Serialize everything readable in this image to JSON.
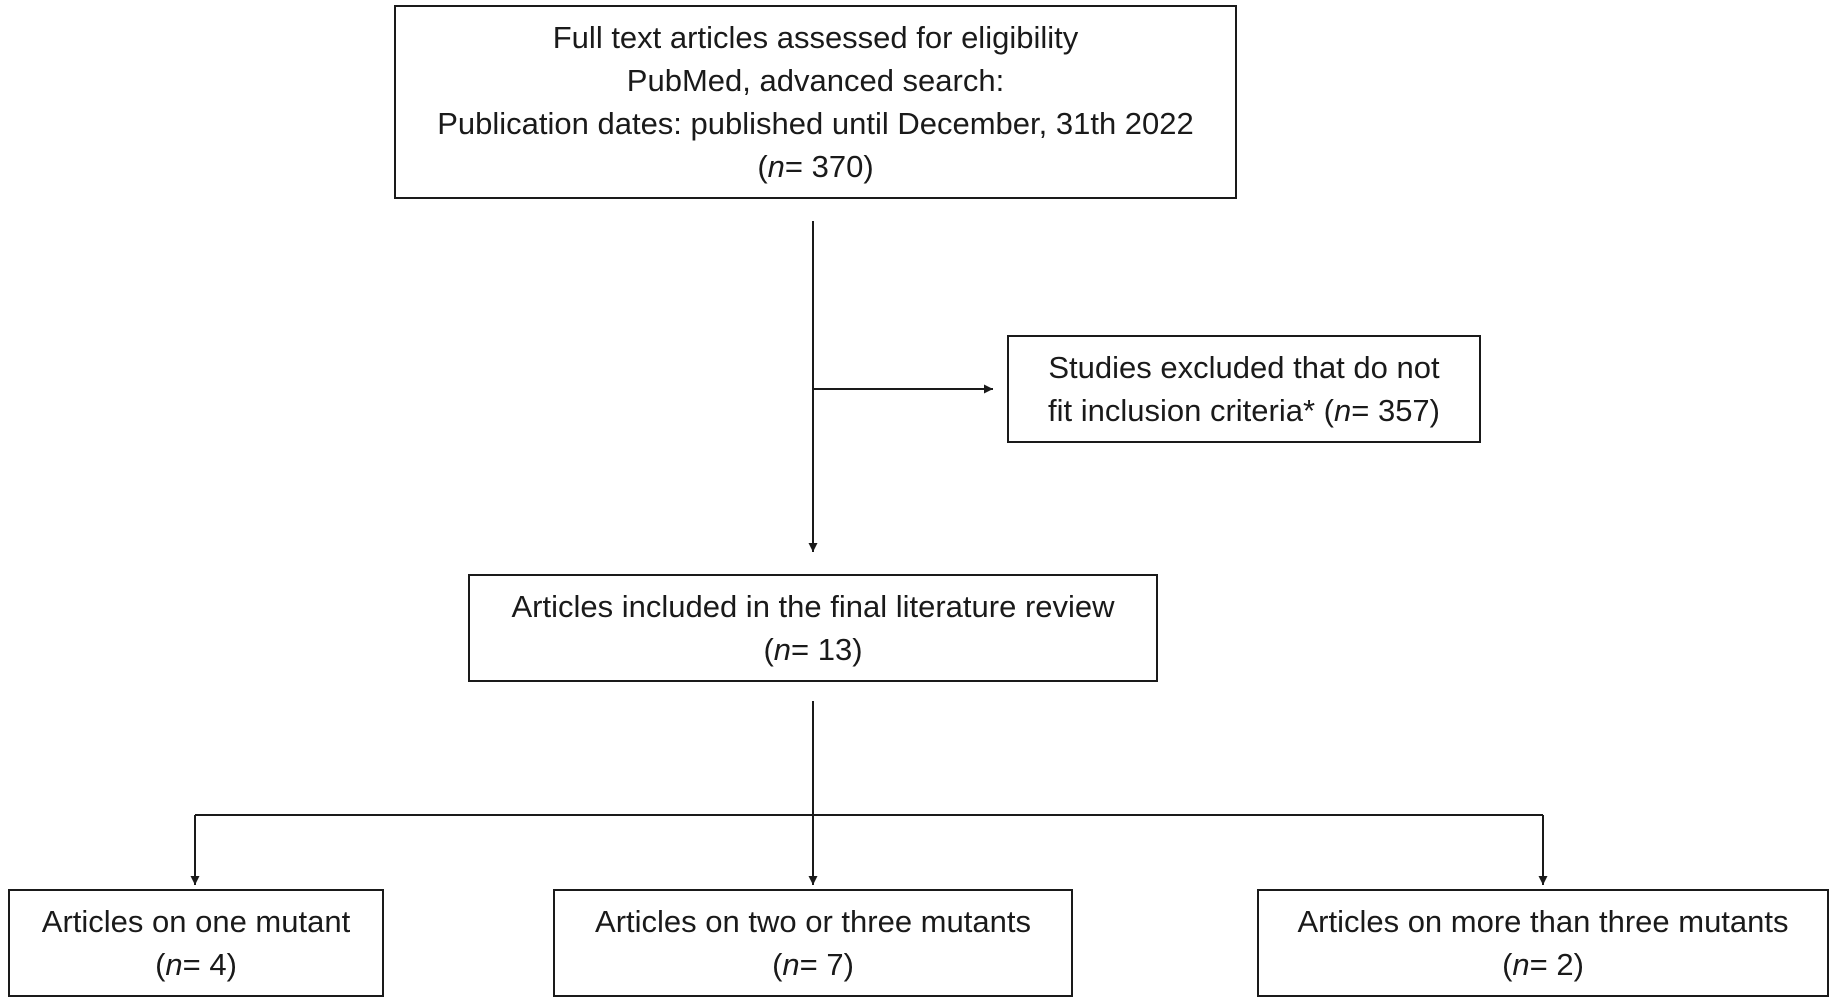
{
  "diagram": {
    "search_box": {
      "lines": [
        "Full text articles assessed for eligibility",
        "PubMed, advanced search:",
        "Publication dates: published until December, 31th 2022"
      ],
      "count_label": "n",
      "count_value": "= 370)"
    },
    "excluded_box": {
      "lines": [
        "Studies excluded that do not"
      ],
      "line2_prefix": "fit inclusion criteria* (",
      "count_label": "n",
      "count_value": "= 357)"
    },
    "included_box": {
      "lines": [
        "Articles included in the final literature review"
      ],
      "count_label": "n",
      "count_value": "= 13)"
    },
    "one_mutant_box": {
      "label": "Articles on one mutant",
      "count_label": "n",
      "count_value": "= 4)"
    },
    "two_three_box": {
      "label": "Articles on two or three mutants",
      "count_label": "n",
      "count_value": "= 7)"
    },
    "more_box": {
      "label": "Articles on more than three mutants",
      "count_label": "n",
      "count_value": "= 2)"
    },
    "line_color": "#1a1a1a"
  }
}
